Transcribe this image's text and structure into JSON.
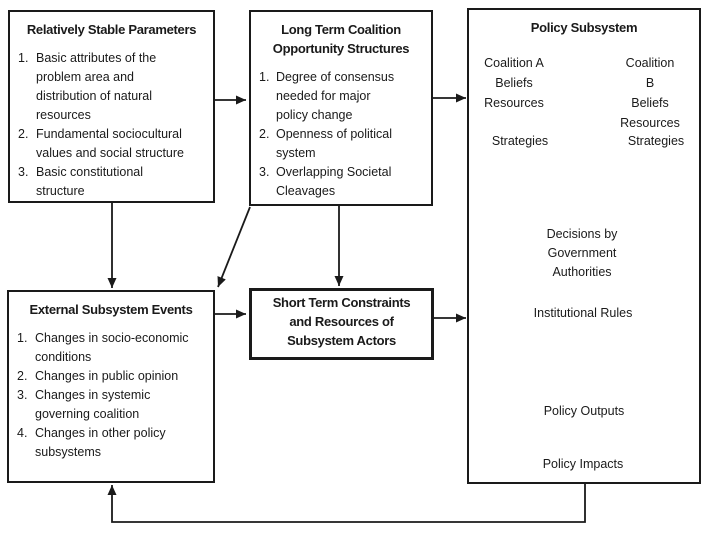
{
  "colors": {
    "line": "#1a1a1a",
    "background": "#ffffff",
    "text": "#1a1a1a"
  },
  "boxes": {
    "stable": {
      "title": "Relatively Stable Parameters",
      "items": [
        {
          "num": "1.",
          "text": "Basic attributes of the\nproblem area and\ndistribution of natural\nresources"
        },
        {
          "num": "2.",
          "text": "Fundamental sociocultural\nvalues and social structure"
        },
        {
          "num": "3.",
          "text": "Basic constitutional\nstructure"
        }
      ]
    },
    "longterm": {
      "title": "Long Term Coalition\nOpportunity Structures",
      "items": [
        {
          "num": "1.",
          "text": "Degree of consensus\nneeded for major\npolicy change"
        },
        {
          "num": "2.",
          "text": "Openness of political\nsystem"
        },
        {
          "num": "3.",
          "text": "Overlapping Societal\nCleavages"
        }
      ]
    },
    "external": {
      "title": "External Subsystem Events",
      "items": [
        {
          "num": "1.",
          "text": "Changes in socio-economic\nconditions"
        },
        {
          "num": "2.",
          "text": "Changes in public opinion"
        },
        {
          "num": "3.",
          "text": "Changes in systemic\ngoverning coalition"
        },
        {
          "num": "4.",
          "text": "Changes in other policy\nsubsystems"
        }
      ]
    },
    "shortterm": {
      "title": "Short Term Constraints\nand Resources of\nSubsystem Actors"
    },
    "policy": {
      "title": "Policy Subsystem",
      "coalition_a": "Coalition A\nBeliefs\nResources",
      "coalition_a_strategies": "Strategies",
      "coalition_b": "Coalition B\nBeliefs\nResources",
      "coalition_b_strategies": "Strategies",
      "decisions": "Decisions by\nGovernment Authorities",
      "institutional_rules": "Institutional Rules",
      "policy_outputs": "Policy Outputs",
      "policy_impacts": "Policy Impacts"
    }
  }
}
